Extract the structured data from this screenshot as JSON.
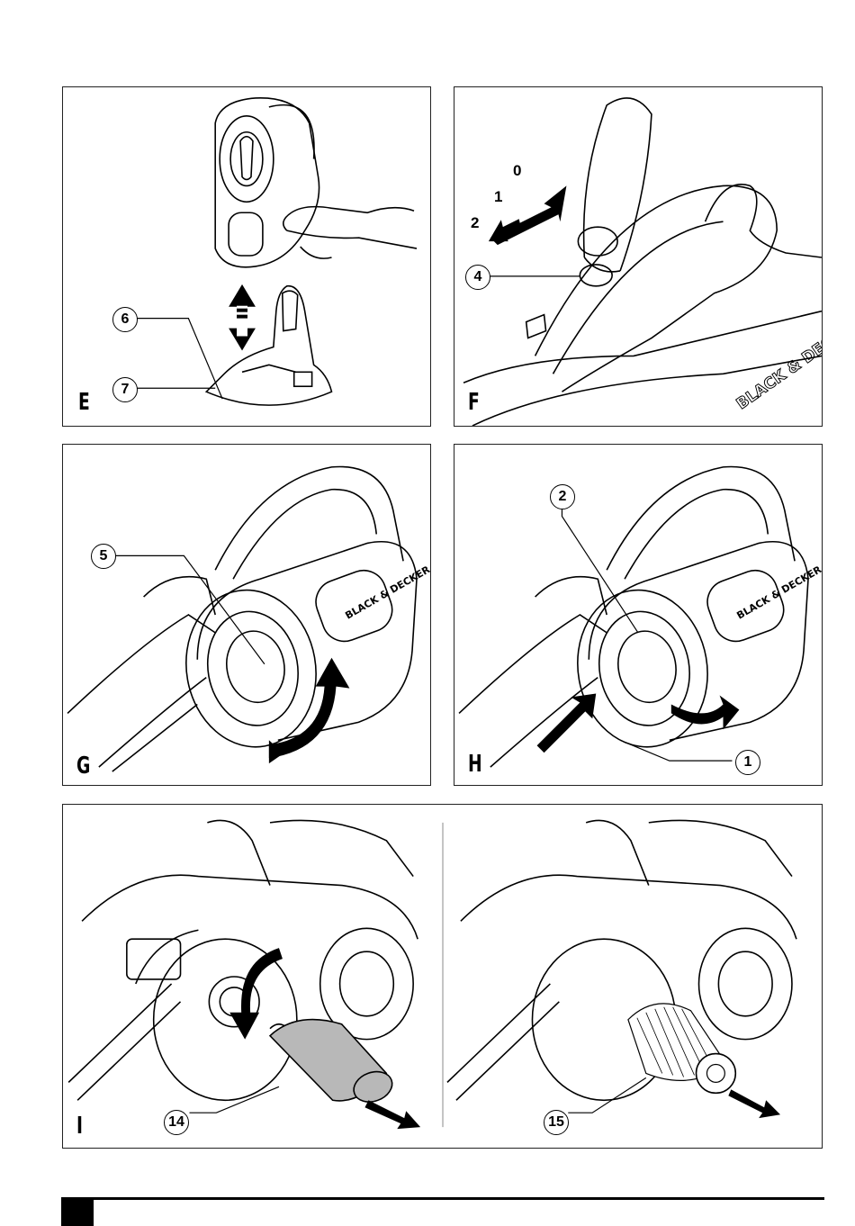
{
  "figures": [
    {
      "letter": "E",
      "callouts": [
        "6",
        "7"
      ]
    },
    {
      "letter": "F",
      "callouts": [
        "4"
      ],
      "switch_positions": [
        "0",
        "1",
        "2"
      ]
    },
    {
      "letter": "G",
      "callouts": [
        "5"
      ]
    },
    {
      "letter": "H",
      "callouts": [
        "2",
        "1"
      ]
    },
    {
      "letter": "I",
      "callouts": [
        "14",
        "15"
      ]
    }
  ],
  "brand_logo_text": "BLACK & DECKER",
  "icons": [
    "double-arrow-icon",
    "rotate-arrow-icon",
    "pull-arrow-icon"
  ],
  "colors": {
    "ink": "#000000",
    "filter_fill": "#b8b8b8"
  }
}
